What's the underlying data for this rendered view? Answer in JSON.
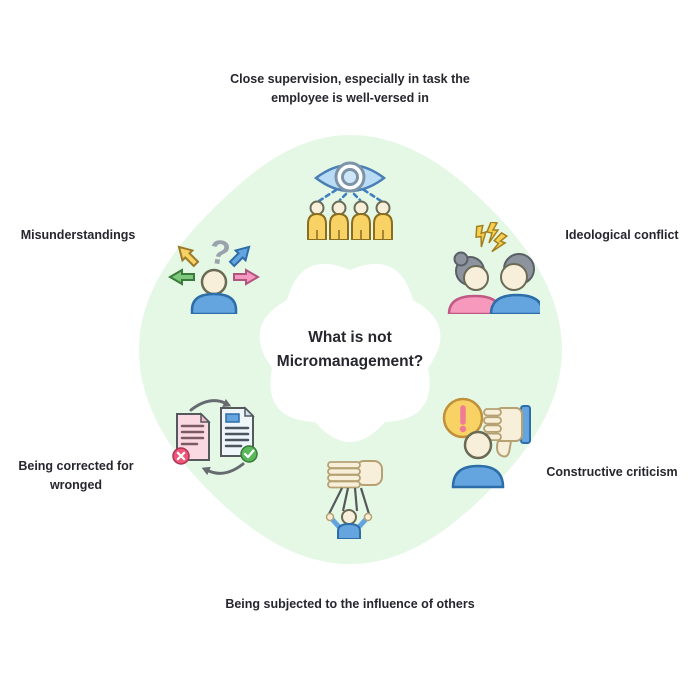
{
  "colors": {
    "background": "#ffffff",
    "blob_green": "#e4f8e5",
    "inner_blob": "#ffffff",
    "text": "#26262e",
    "accent_blue": "#64a5e0",
    "accent_yellow": "#f8d265",
    "accent_pink": "#f799bd",
    "accent_green": "#7dc87d",
    "badge_red": "#ee5577",
    "badge_green": "#5cb85c",
    "skin_beige": "#f8efdb",
    "hair_gray": "#8d949e"
  },
  "center": {
    "title": "What is not Micromanagement?"
  },
  "items": [
    {
      "position": "top",
      "icon": "supervision-eye-icon",
      "label": "Close supervision, especially in task the employee is well-versed in"
    },
    {
      "position": "top-left",
      "icon": "question-arrows-icon",
      "label": "Misunderstandings"
    },
    {
      "position": "top-right",
      "icon": "conflict-people-icon",
      "label": "Ideological conflict"
    },
    {
      "position": "bottom-left",
      "icon": "documents-correction-icon",
      "label": "Being corrected for wronged"
    },
    {
      "position": "bottom-right",
      "icon": "thumbs-down-criticism-icon",
      "label": "Constructive criticism"
    },
    {
      "position": "bottom",
      "icon": "puppet-hand-icon",
      "label": "Being subjected to the influence of others"
    }
  ],
  "glyphs": {
    "question_mark": "?"
  }
}
